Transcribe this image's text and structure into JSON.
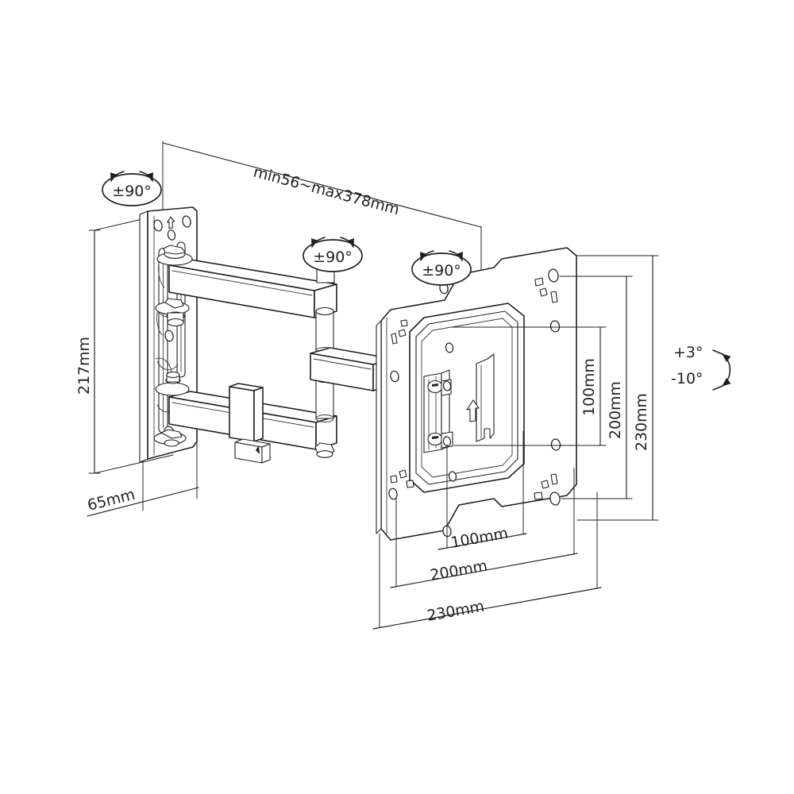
{
  "document": {
    "kind": "technical-line-drawing",
    "subject": "Full-motion articulating TV wall mount",
    "background_color": "#ffffff",
    "line_color": "#231f20"
  },
  "dimensions": {
    "extension": {
      "label": "min56~max378mm",
      "icon": "dimension-line-slanted",
      "placement": "top"
    },
    "plate_height": {
      "label": "217mm",
      "orientation": "vertical",
      "placement": "left"
    },
    "plate_depth": {
      "label": "65mm",
      "orientation": "slanted",
      "placement": "bottom-left"
    },
    "vesa_vertical_inner": {
      "label": "100mm",
      "orientation": "vertical",
      "placement": "right"
    },
    "vesa_vertical_outer": {
      "label": "200mm",
      "orientation": "vertical",
      "placement": "right"
    },
    "panel_height": {
      "label": "230mm",
      "orientation": "vertical",
      "placement": "right"
    },
    "vesa_horizontal_inner": {
      "label": "100mm",
      "orientation": "slanted",
      "placement": "bottom"
    },
    "vesa_horizontal_outer": {
      "label": "200mm",
      "orientation": "slanted",
      "placement": "bottom"
    },
    "panel_width": {
      "label": "230mm",
      "orientation": "slanted",
      "placement": "bottom"
    }
  },
  "swivel_badges": [
    {
      "label": "±90°",
      "icon": "rotation-arrows-icon",
      "joint": "wall-plate-joint"
    },
    {
      "label": "±90°",
      "icon": "rotation-arrows-icon",
      "joint": "mid-arm-joint"
    },
    {
      "label": "±90°",
      "icon": "rotation-arrows-icon",
      "joint": "vesa-plate-joint"
    }
  ],
  "tilt": {
    "icon": "tilt-arc-arrow-icon",
    "up_label": "+3°",
    "down_label": "-10°"
  },
  "parts": {
    "wall_plate": "wall-plate",
    "upper_arm": "upper-arm",
    "lower_arm": "lower-arm",
    "mid_pivot": "mid-pivot-post",
    "vesa_plate": "vesa-back-plate",
    "tv_bracket": "tv-mounting-bracket",
    "orientation_arrow": "up-arrow-icon"
  }
}
